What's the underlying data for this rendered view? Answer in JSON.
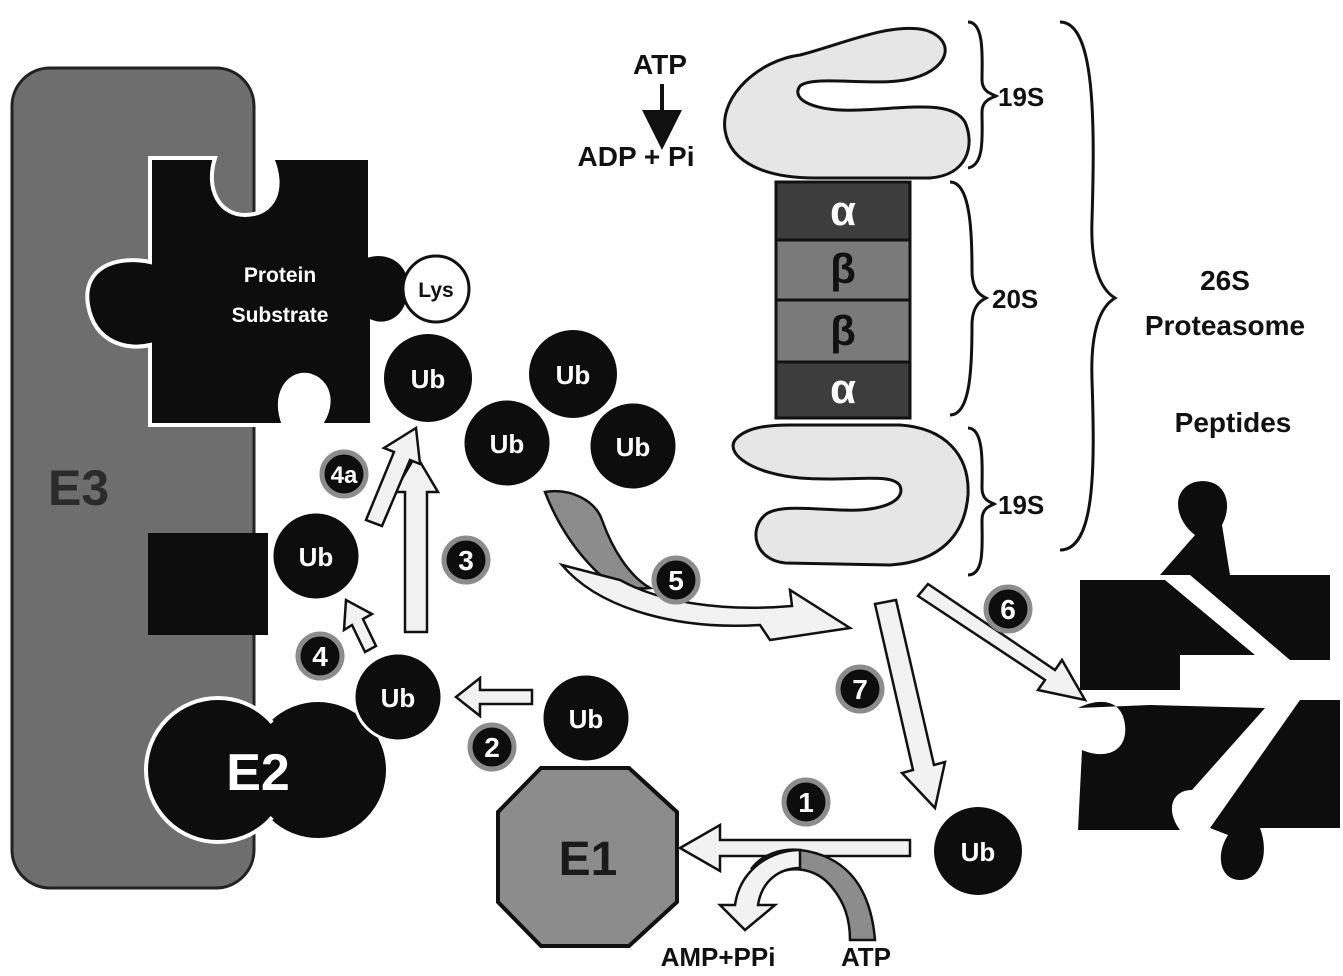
{
  "labels": {
    "e3": "E3",
    "e2": "E2",
    "e1": "E1",
    "protein_substrate_line1": "Protein",
    "protein_substrate_line2": "Substrate",
    "lys": "Lys",
    "ub": "Ub",
    "atp_top": "ATP",
    "adp_pi": "ADP + Pi",
    "alpha": "α",
    "beta": "β",
    "s19": "19S",
    "s20": "20S",
    "proteasome_line1": "26S",
    "proteasome_line2": "Proteasome",
    "peptides": "Peptides",
    "amp_ppi": "AMP+PPi",
    "atp_bottom": "ATP"
  },
  "steps": {
    "s1": "1",
    "s2": "2",
    "s3": "3",
    "s4": "4",
    "s4a": "4a",
    "s5": "5",
    "s6": "6",
    "s7": "7"
  },
  "colors": {
    "e3_gray": "#6e6e6e",
    "e1_gray": "#8c8c8c",
    "black": "#0d0d0d",
    "light_gray": "#e6e6e6",
    "ring_dark": "#3d3d3d",
    "ring_mid": "#7a7a7a",
    "arrow_fill": "#f2f2f2"
  }
}
